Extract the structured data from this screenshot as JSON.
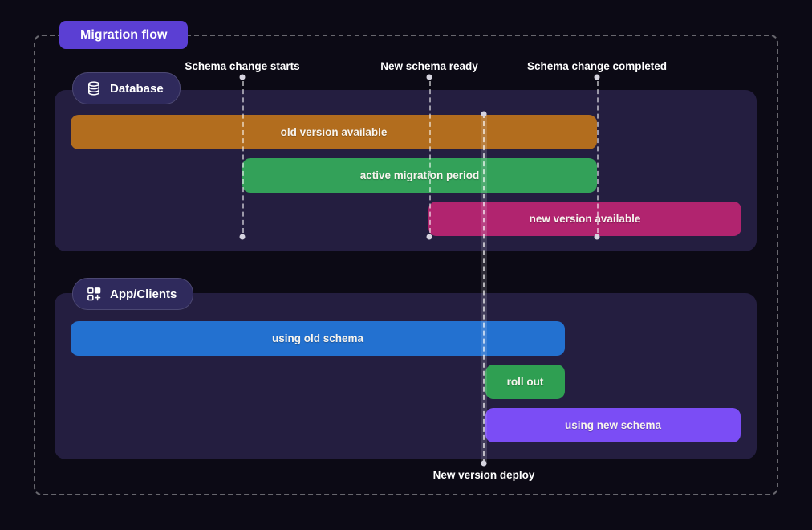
{
  "title": {
    "label": "Migration flow"
  },
  "milestones": [
    {
      "id": "m1",
      "label": "Schema change starts"
    },
    {
      "id": "m2",
      "label": "New schema ready"
    },
    {
      "id": "m3",
      "label": "Schema change completed"
    }
  ],
  "deploy": {
    "label": "New version deploy"
  },
  "sections": {
    "database": {
      "label": "Database",
      "icon": "database-icon",
      "bars": {
        "old_version": {
          "label": "old version available",
          "color": "#b26d1e"
        },
        "active_period": {
          "label": "active migration period",
          "color": "#33a159"
        },
        "new_version": {
          "label": "new version available",
          "color": "#b1246f"
        }
      }
    },
    "app_clients": {
      "label": "App/Clients",
      "icon": "grid-plus-icon",
      "bars": {
        "old_schema": {
          "label": "using old schema",
          "color": "#2371d0"
        },
        "roll_out": {
          "label": "roll out",
          "color": "#2f9f52"
        },
        "new_schema": {
          "label": "using new schema",
          "color": "#7b4df5"
        }
      }
    }
  },
  "colors": {
    "background": "#0c0a15",
    "panel": "#241e40",
    "title_badge": "#5b3fd3",
    "section_badge": "#2f2a5c",
    "milestone_line": "rgba(255,255,255,0.55)"
  }
}
